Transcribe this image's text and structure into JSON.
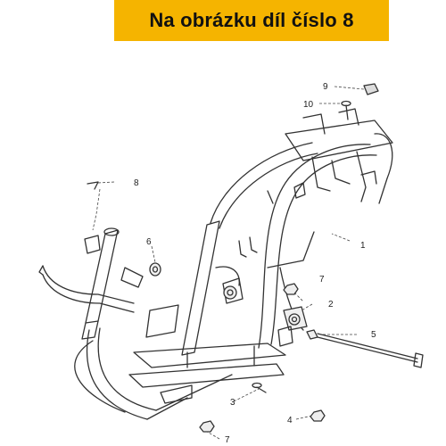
{
  "banner": {
    "text": "Na obrázku díl číslo 8",
    "color": "#f5b400"
  },
  "callouts": {
    "part_1": "1",
    "part_2": "2",
    "part_3": "3",
    "part_4": "4",
    "part_5": "5",
    "part_6": "6",
    "part_7_upper": "7",
    "part_7_lower": "7",
    "part_8": "8",
    "part_9": "9",
    "part_10": "10"
  }
}
